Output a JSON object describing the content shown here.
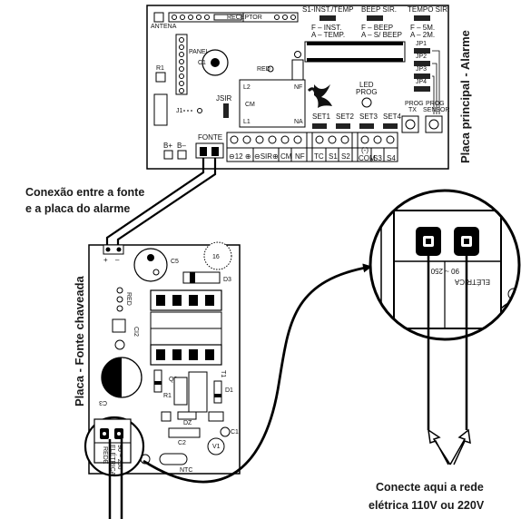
{
  "captions": {
    "connection_l1": "Conexão entre a fonte",
    "connection_l2": "e a placa do alarme",
    "connect_l1": "Conecte aqui a rede",
    "connect_l2": "elétrica 110V ou 220V",
    "alarm_board": "Placa principal - Alarme",
    "psu_board": "Placa - Fonte chaveada"
  },
  "alarm_labels": {
    "receptor": "RECEPTOR",
    "antena": "ANTENA",
    "s1": "S1-INST./TEMP",
    "s1_f": "F – INST.",
    "s1_a": "A – TEMP.",
    "beep": "BEEP SIR.",
    "beep_f": "F – BEEP",
    "beep_a": "A – S/ BEEP",
    "tempo": "TEMPO SIR.",
    "tempo_f": "F – 5M.",
    "tempo_a": "A – 2M.",
    "panel": "PANEL",
    "r1": "R1",
    "j1": "J1",
    "jsir": "JSIR",
    "cm": "CM",
    "l1": "L1",
    "l2": "L2",
    "na": "NA",
    "nf_relay": "NF",
    "red": "RED",
    "c1": "C1",
    "led_prog": "LED",
    "led_prog2": "PROG",
    "jp1": "JP1",
    "jp2": "JP2",
    "jp3": "JP3",
    "jp4": "JP4",
    "prog_tx_1": "PROG",
    "prog_tx_2": "TX",
    "prog_sensor_1": "PROG",
    "prog_sensor_2": "SENSOR",
    "set1": "SET1",
    "set2": "SET2",
    "set3": "SET3",
    "set4": "SET4",
    "bplus": "B+",
    "bminus": "B–",
    "fonte": "FONTE",
    "t_12": "⊖12 ⊕",
    "t_sir": "⊖SIR⊕",
    "t_cm": "CM",
    "t_nf": "NF",
    "t_tc": "TC",
    "t_s1": "S1",
    "t_s2": "S2",
    "t_com_top": "(-)",
    "t_com": "COM",
    "t_s3": "S3",
    "t_s4": "S4"
  },
  "psu_labels": {
    "c5": "C5",
    "d3": "D3",
    "red": "RED",
    "ci2": "CI2",
    "c3": "C3",
    "r1": "R1",
    "q2": "Q2",
    "t1": "T1",
    "c1": "C1",
    "c2": "C2",
    "d1": "D1",
    "dz": "DZ",
    "v1": "V1",
    "ntc": "NTC",
    "plus": "+",
    "minus": "–",
    "rede": "REDE",
    "eletrica": "ELÉTRICA",
    "volt": "90 ~ 250"
  }
}
